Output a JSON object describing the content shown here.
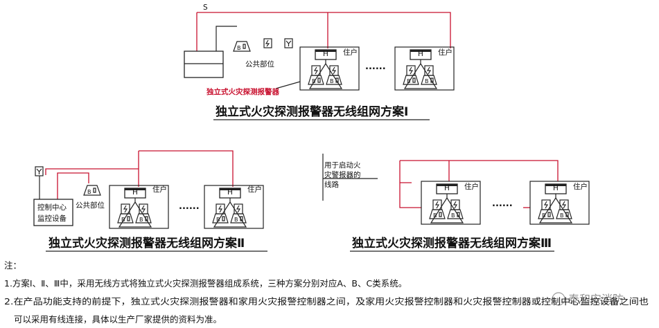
{
  "scheme1": {
    "bus_label": "S",
    "public_label": "公共部位",
    "resident_label": "住户",
    "h_label": "H",
    "ellipsis": "......",
    "detector_callout": "独立式火灾探测报警器",
    "title": "独立式火灾探测报警器无线组网方案Ⅰ"
  },
  "scheme2": {
    "monitor_label_line1": "控制中心",
    "monitor_label_line2": "监控设备",
    "public_label": "公共部位",
    "resident_label": "住户",
    "h_label": "H",
    "ellipsis": "......",
    "title": "独立式火灾探测报警器无线组网方案Ⅱ"
  },
  "scheme3": {
    "line_label_1": "用于启动火",
    "line_label_2": "灾警报器的",
    "line_label_3": "线路",
    "resident_label": "住户",
    "h_label": "H",
    "ellipsis": "......",
    "title": "独立式火灾探测报警器无线组网方案Ⅲ"
  },
  "notes": {
    "heading": "注：",
    "note1": "1.方案Ⅰ、Ⅱ、Ⅲ中，采用无线方式将独立式火灾探测报警器组成系统，三种方案分别对应A、B、C类系统。",
    "note2": "2.在产品功能支持的前提下，独立式火灾探测报警器和家用火灾报警控制器之间，及家用火灾报警控制器和火灾报警控制器或控制中心监控设备之间也",
    "note3": "可以采用有线连接，具体以生产厂家提供的资料为准。"
  },
  "watermark": "泰和安消防",
  "colors": {
    "line": "#c8102e",
    "ink": "#222222"
  }
}
